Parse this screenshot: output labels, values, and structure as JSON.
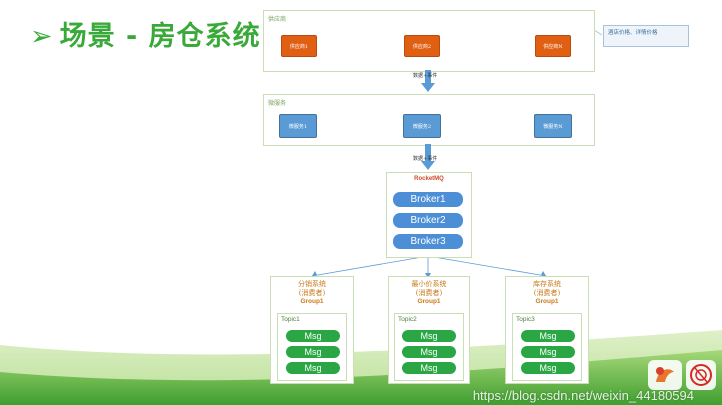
{
  "title": "场景 - 房仓系统",
  "title_marker": "➢",
  "supplier_panel": {
    "label": "供应商",
    "items": [
      "供应商1",
      "供应商2",
      "供应商N"
    ]
  },
  "note": "酒店价格、详情价格",
  "flow_label_1": "数据+事件",
  "microservice_panel": {
    "label": "微服务",
    "items": [
      "微服务1",
      "微服务2",
      "微服务N"
    ]
  },
  "flow_label_2": "数据+事件",
  "rocketmq": {
    "title": "RocketMQ",
    "brokers": [
      "Broker1",
      "Broker2",
      "Broker3"
    ]
  },
  "consumers": [
    {
      "name": "分销系统",
      "role": "(消费者)",
      "group": "Group1",
      "topic": "Topic1",
      "msgs": [
        "Msg",
        "Msg",
        "Msg"
      ]
    },
    {
      "name": "最小价系统",
      "role": "(消费者)",
      "group": "Group1",
      "topic": "Topic2",
      "msgs": [
        "Msg",
        "Msg",
        "Msg"
      ]
    },
    {
      "name": "库存系统",
      "role": "(消费者)",
      "group": "Group1",
      "topic": "Topic3",
      "msgs": [
        "Msg",
        "Msg",
        "Msg"
      ]
    }
  ],
  "watermark": "https://blog.csdn.net/weixin_44180594",
  "colors": {
    "title_green": "#39a939",
    "supplier_orange": "#e05f12",
    "service_blue": "#5b9bd5",
    "broker_blue": "#4d8fd6",
    "msg_green": "#2aa644",
    "consumer_text": "#c97918",
    "rocketmq_red": "#d04a2b",
    "connector_blue": "#5b9bd5"
  },
  "icons": [
    "triangle-marker-icon",
    "down-arrow-icon",
    "logo-icon-left",
    "logo-icon-right"
  ]
}
